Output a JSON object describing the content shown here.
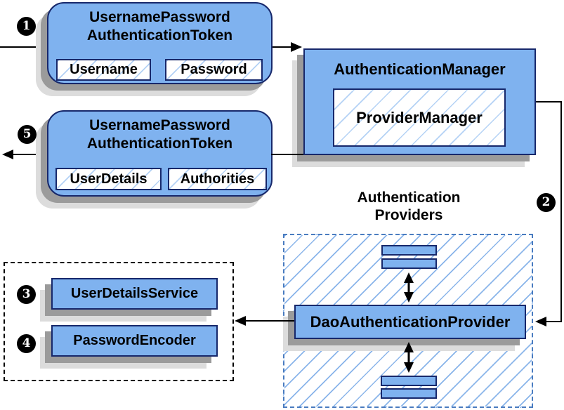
{
  "diagram": {
    "steps": [
      "1",
      "2",
      "3",
      "4",
      "5"
    ],
    "request_token": {
      "title": [
        "UsernamePassword",
        "AuthenticationToken"
      ],
      "fields": [
        "Username",
        "Password"
      ]
    },
    "authentication_manager": {
      "title": "AuthenticationManager",
      "delegate": "ProviderManager"
    },
    "response_token": {
      "title": [
        "UsernamePassword",
        "AuthenticationToken"
      ],
      "fields": [
        "UserDetails",
        "Authorities"
      ]
    },
    "authentication_providers": {
      "heading": [
        "Authentication",
        "Providers"
      ],
      "provider": "DaoAuthenticationProvider"
    },
    "collaborators": {
      "items": [
        "UserDetailsService",
        "PasswordEncoder"
      ]
    },
    "colors": {
      "box_fill": "#7FB2EF",
      "box_stroke": "#17286B",
      "hatch_line": "#76A8E6",
      "shadow_dark": "#9B9B9B",
      "shadow_light": "#DCDCDC",
      "providers_dashed_border": "#4A7CC0",
      "collaborators_dashed_border": "#000000",
      "arrow": "#000000",
      "badge_background": "#000000",
      "badge_text": "#FFFFFF"
    }
  }
}
